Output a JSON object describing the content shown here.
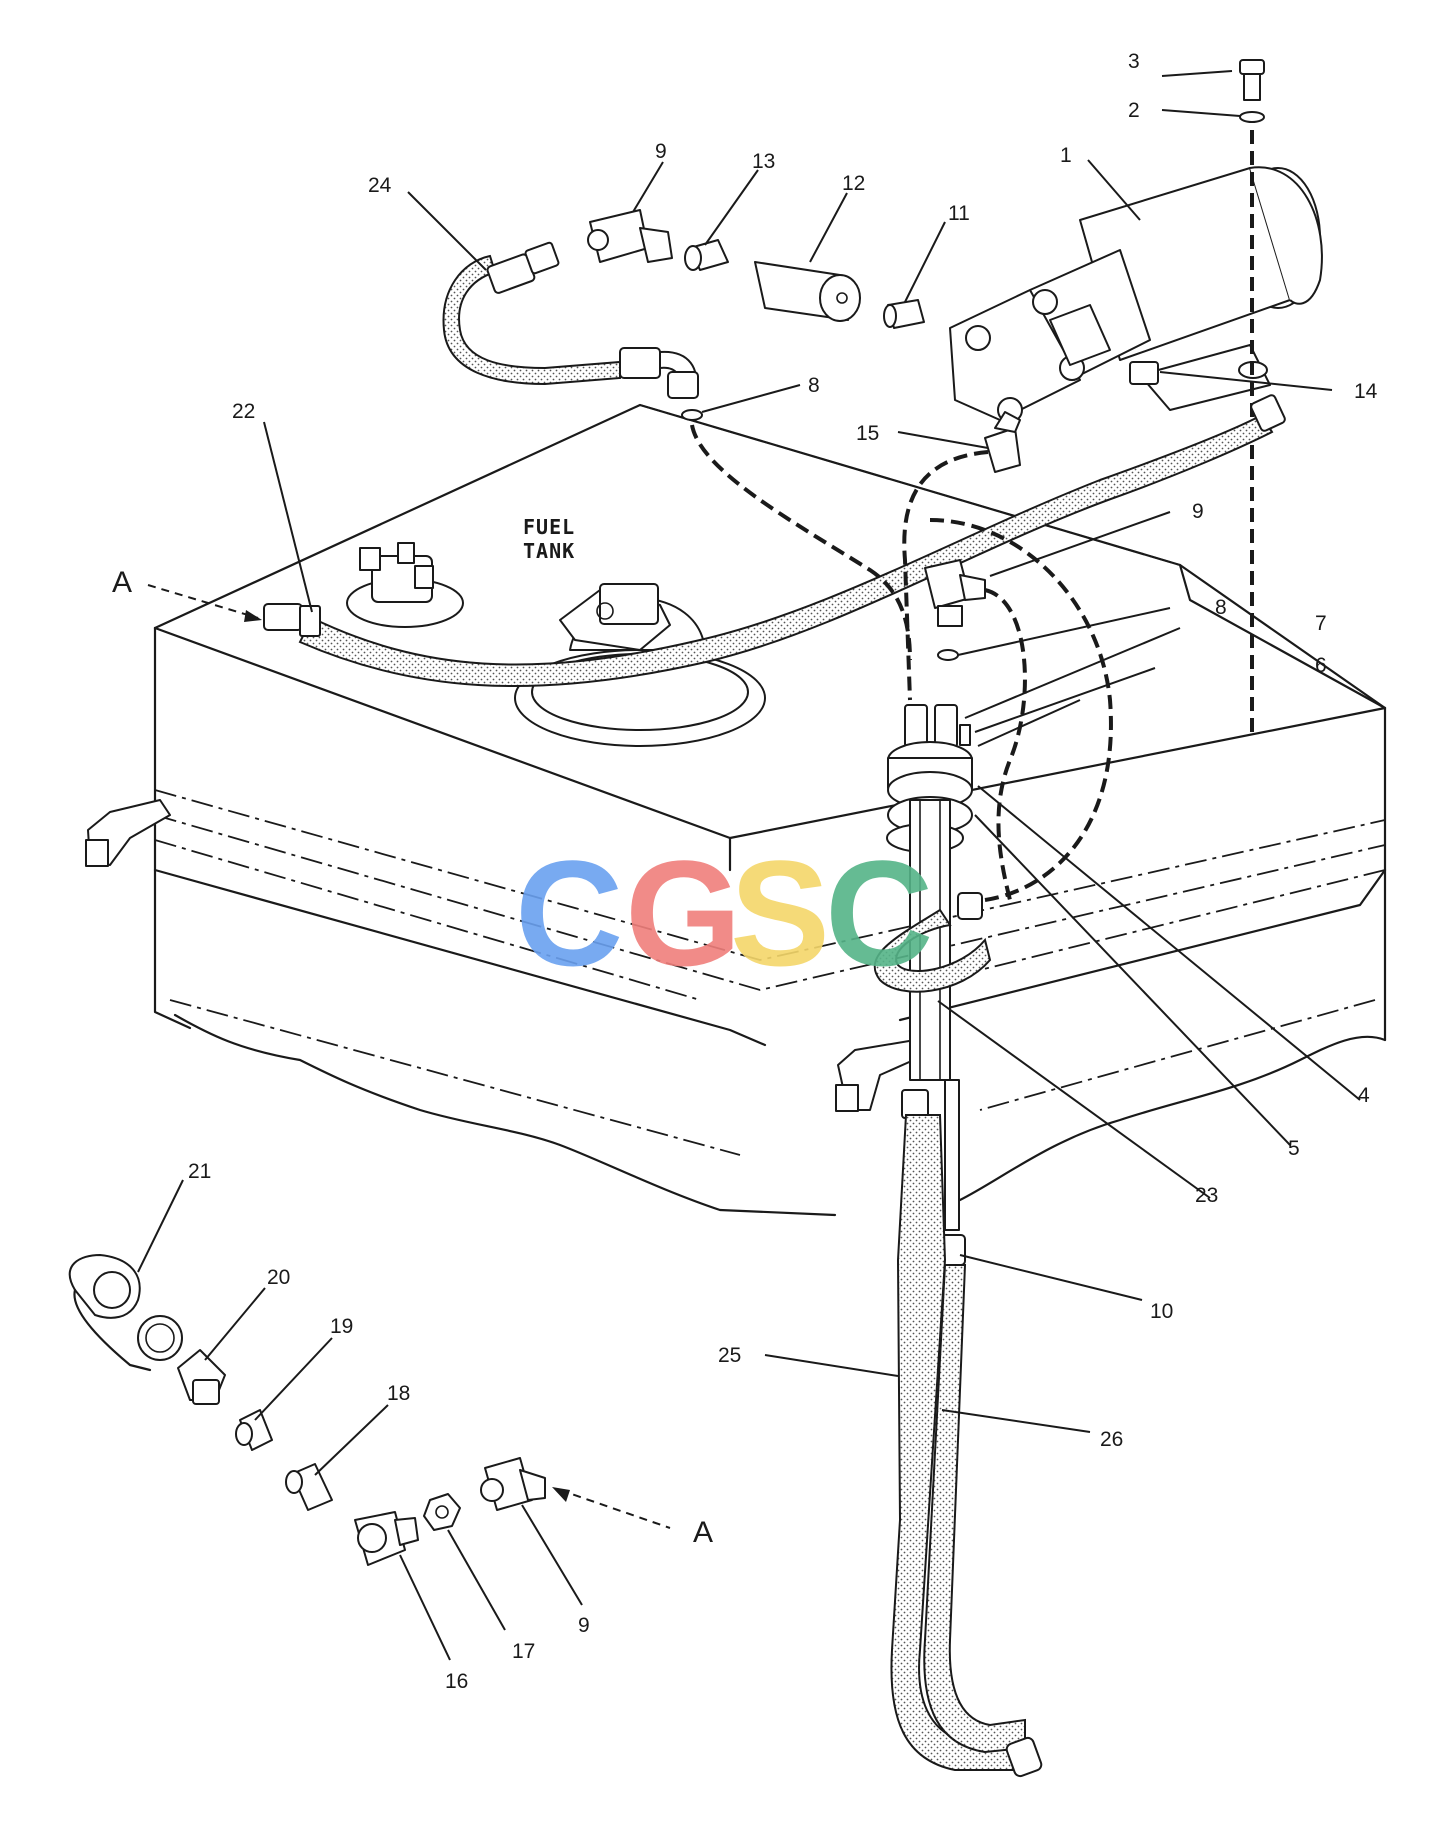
{
  "diagram": {
    "caption_line1": "FUEL",
    "caption_line2": "TANK",
    "section_marker": "A",
    "watermark": {
      "letters": [
        "C",
        "G",
        "S",
        "C"
      ],
      "colors": [
        "#6aa1f0",
        "#f07f7c",
        "#f5d76a",
        "#55b488"
      ]
    },
    "callouts": {
      "c1": "1",
      "c2": "2",
      "c3": "3",
      "c4": "4",
      "c5": "5",
      "c6": "6",
      "c7": "7",
      "c8a": "8",
      "c8b": "8",
      "c9a": "9",
      "c9b": "9",
      "c9c": "9",
      "c10": "10",
      "c11": "11",
      "c12": "12",
      "c13": "13",
      "c14": "14",
      "c15": "15",
      "c16": "16",
      "c17": "17",
      "c18": "18",
      "c19": "19",
      "c20": "20",
      "c21": "21",
      "c22": "22",
      "c23": "23",
      "c24": "24",
      "c25": "25",
      "c26": "26"
    }
  }
}
